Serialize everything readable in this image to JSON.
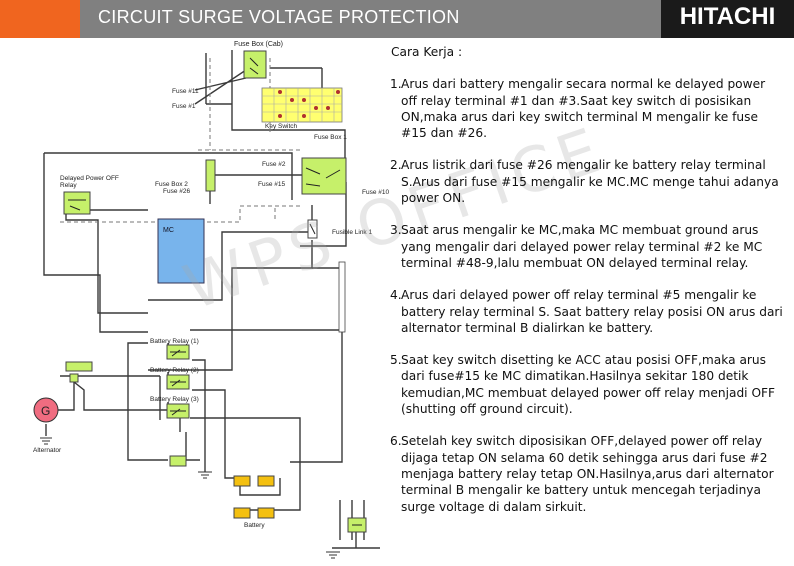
{
  "header": {
    "title": "CIRCUIT SURGE VOLTAGE PROTECTION",
    "brand": "HITACHI",
    "colors": {
      "accent": "#f0651f",
      "title_bar": "#808080",
      "brand_bg": "#1a1a1a"
    }
  },
  "diagram": {
    "labels": {
      "fuse_box_cab": "Fuse Box (Cab)",
      "fuse_11": "Fuse #11",
      "fuse_1": "Fuse #1",
      "key_switch": "Key Switch",
      "fuse_box_1": "Fuse Box 1",
      "fuse_2": "Fuse #2",
      "fuse_15": "Fuse #15",
      "fuse_10": "Fuse #10",
      "fuse_box_2": "Fuse Box 2",
      "fuse_26": "Fuse #26",
      "delayed_relay_1": "Delayed Power OFF",
      "delayed_relay_2": "Relay",
      "mc": "MC",
      "fusible_link": "Fusible Link 1",
      "battery_relay_1": "Battery Relay (1)",
      "battery_relay_2": "Battery Relay (2)",
      "battery_relay_3": "Battery Relay (3)",
      "alternator_symbol": "G",
      "alternator": "Alternator",
      "battery": "Battery"
    },
    "colors": {
      "relay": "#c6f06a",
      "mc_box": "#78b4ec",
      "alternator": "#f06c80",
      "battery": "#f4c010"
    },
    "watermark": "WPS OFFICE"
  },
  "steps": {
    "heading": "Cara Kerja :",
    "items": [
      {
        "num": "1.",
        "text": "Arus dari battery mengalir secara normal ke delayed power off relay terminal #1 dan #3.Saat key switch di posisikan ON,maka arus dari key switch terminal M mengalir ke fuse #15 dan #26."
      },
      {
        "num": "2.",
        "text": "Arus listrik dari fuse #26 mengalir ke battery relay terminal S.Arus dari fuse #15 mengalir ke MC.MC menge tahui adanya power ON."
      },
      {
        "num": "3.",
        "text": "Saat arus mengalir ke MC,maka MC membuat ground arus yang mengalir dari delayed power relay terminal #2 ke MC terminal #48-9,lalu membuat ON delayed terminal relay."
      },
      {
        "num": "4.",
        "text": "Arus dari delayed power off relay terminal #5 mengalir ke battery relay terminal S. Saat battery relay posisi ON arus dari alternator terminal B dialirkan ke battery."
      },
      {
        "num": "5.",
        "text": "Saat key switch disetting ke ACC atau posisi OFF,maka arus dari fuse#15 ke MC dimatikan.Hasilnya sekitar 180 detik kemudian,MC membuat delayed power off relay menjadi OFF (shutting off ground circuit)."
      },
      {
        "num": "6.",
        "text": "Setelah key switch diposisikan OFF,delayed power off relay dijaga tetap ON selama 60 detik sehingga arus dari fuse #2 menjaga battery relay tetap ON.Hasilnya,arus dari alternator terminal B mengalir ke battery untuk mencegah terjadinya surge voltage di dalam sirkuit."
      }
    ]
  }
}
